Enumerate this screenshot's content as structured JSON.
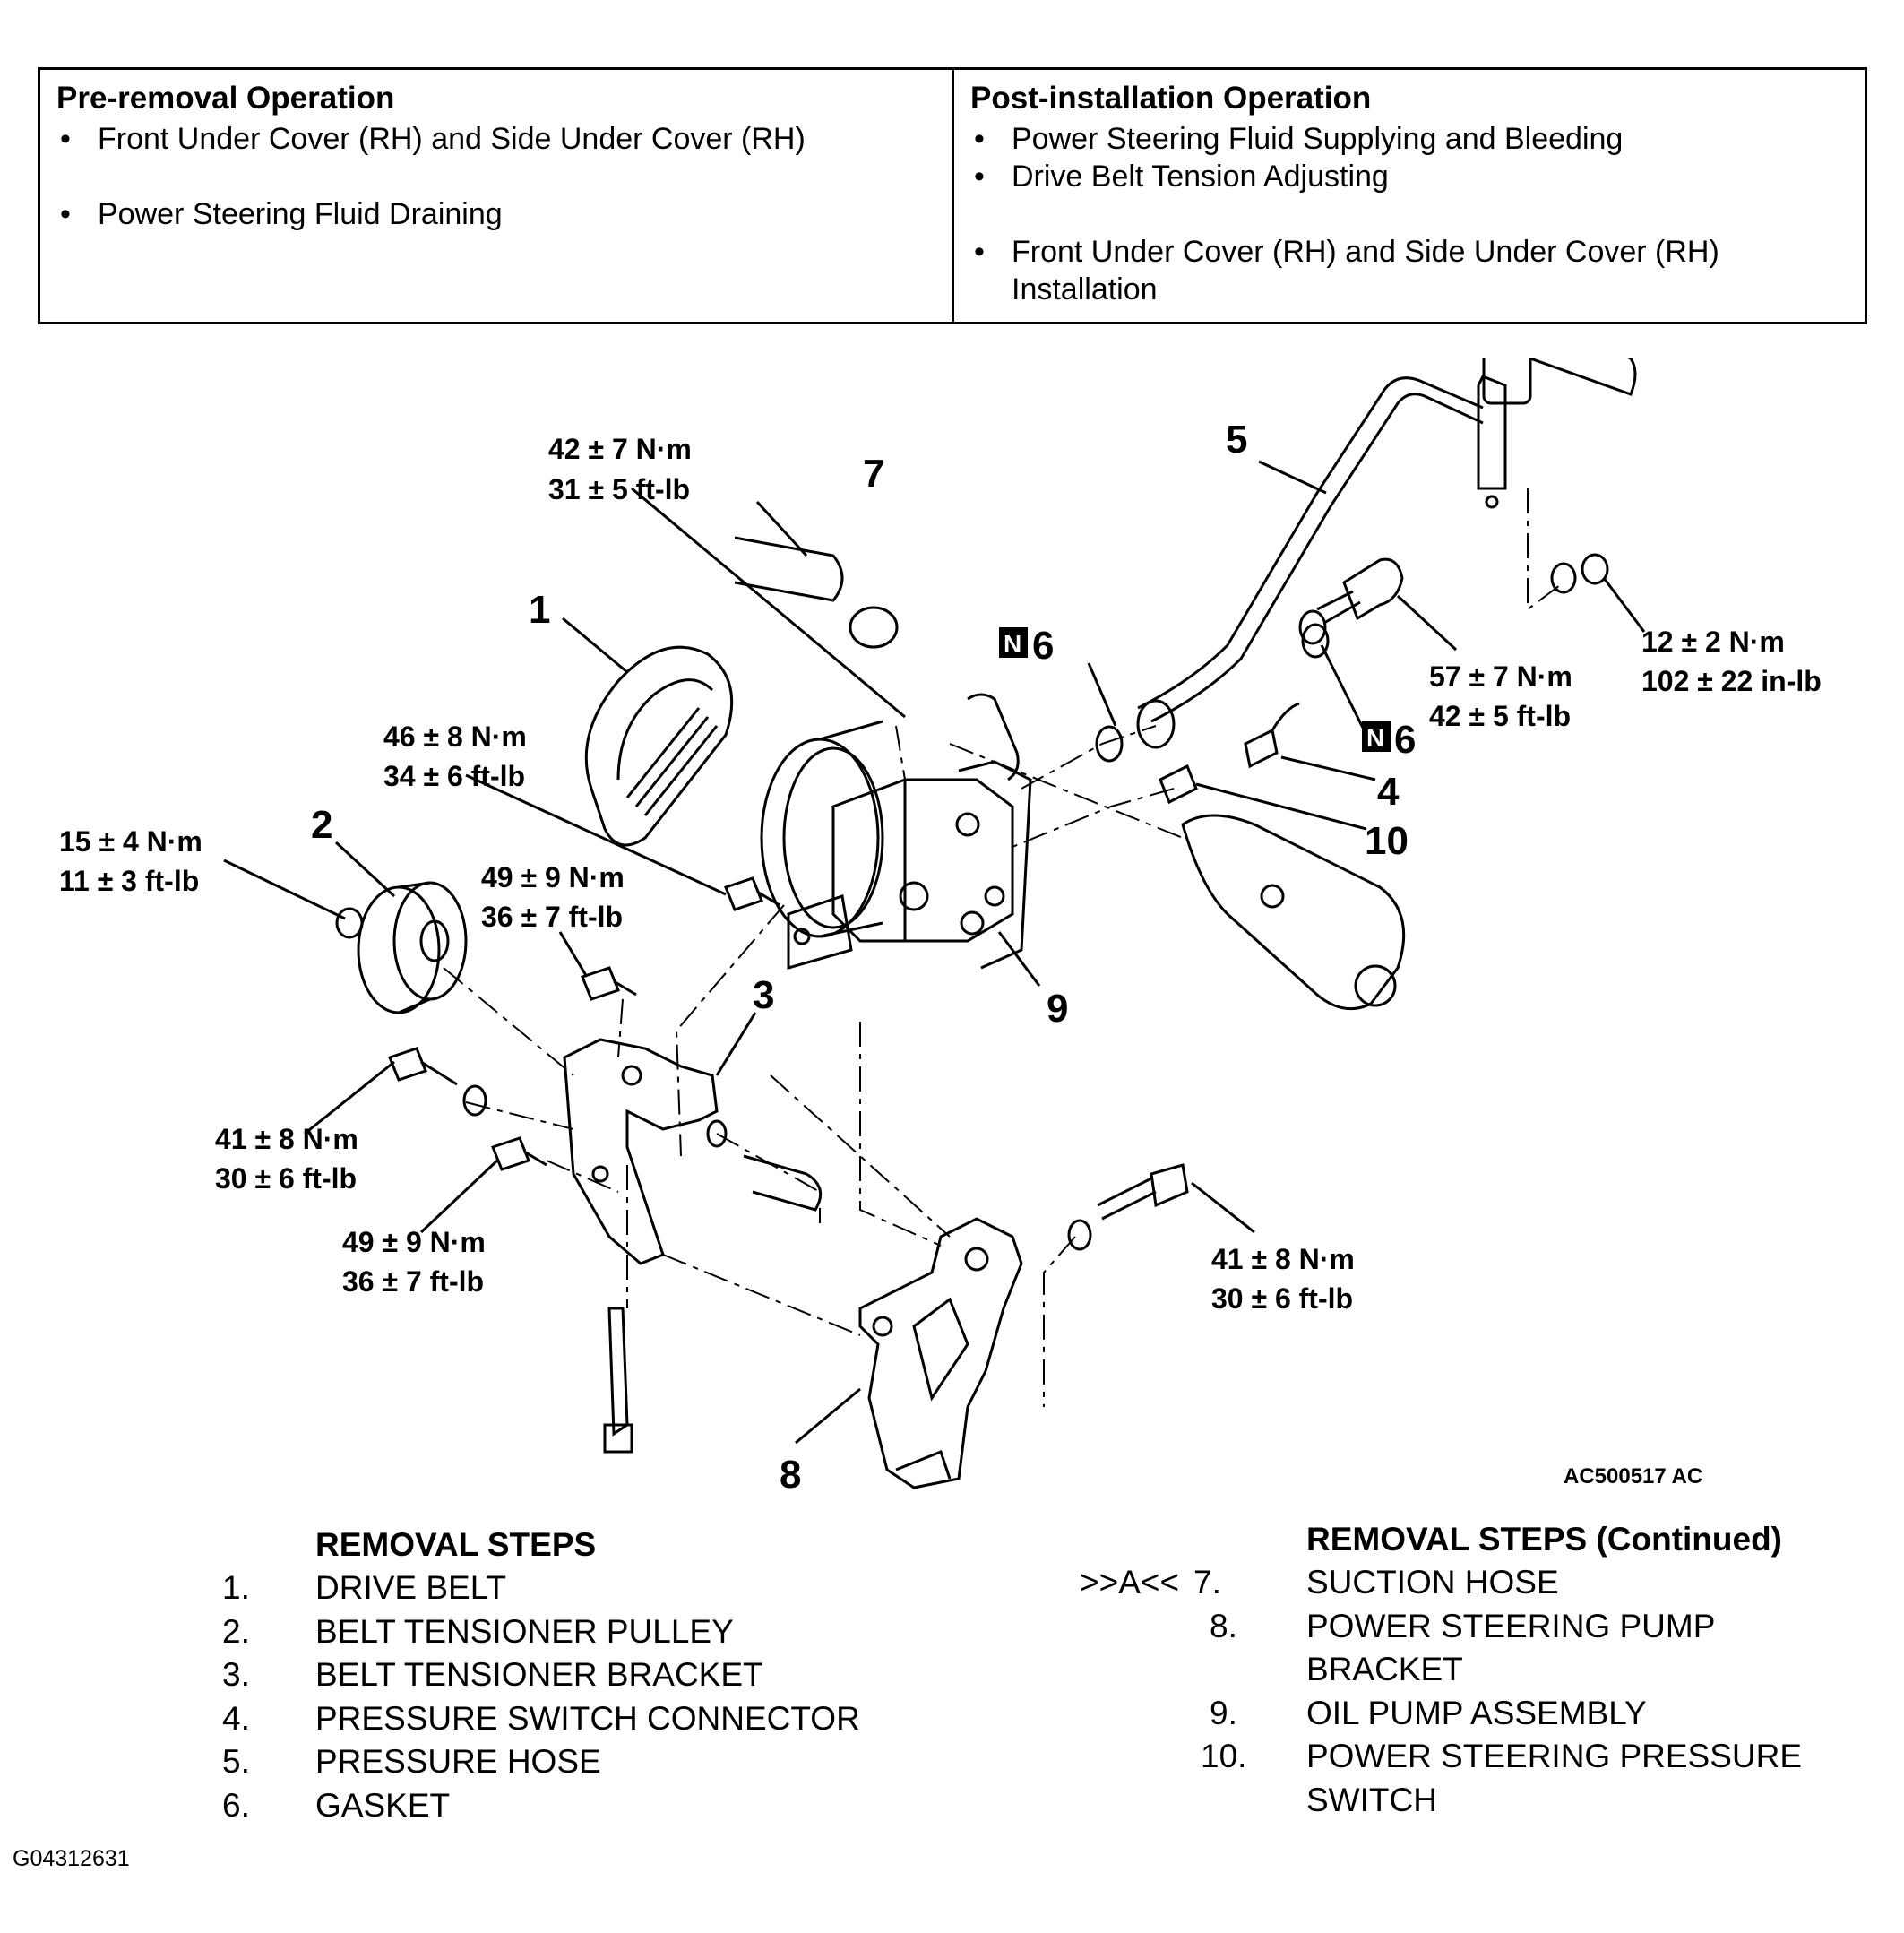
{
  "pre_removal": {
    "title": "Pre-removal Operation",
    "items": [
      "Front Under Cover (RH) and Side Under Cover (RH)",
      "Power Steering Fluid Draining"
    ]
  },
  "post_installation": {
    "title": "Post-installation Operation",
    "items": [
      "Power Steering Fluid Supplying and Bleeding",
      "Drive Belt Tension Adjusting",
      "Front Under Cover (RH) and Side Under Cover (RH) Installation"
    ]
  },
  "diagram": {
    "callouts": [
      "1",
      "2",
      "3",
      "4",
      "5",
      "6",
      "6",
      "7",
      "8",
      "9",
      "10"
    ],
    "new_part_mark": "N",
    "torques": [
      {
        "nm": "42 ± 7 N·m",
        "ft": "31 ± 5 ft-lb"
      },
      {
        "nm": "46 ± 8 N·m",
        "ft": "34 ± 6 ft-lb"
      },
      {
        "nm": "15 ± 4 N·m",
        "ft": "11 ± 3 ft-lb"
      },
      {
        "nm": "49 ± 9 N·m",
        "ft": "36 ± 7 ft-lb"
      },
      {
        "nm": "41 ± 8 N·m",
        "ft": "30 ± 6 ft-lb"
      },
      {
        "nm": "49 ± 9 N·m",
        "ft": "36 ± 7 ft-lb"
      },
      {
        "nm": "41 ± 8 N·m",
        "ft": "30 ± 6 ft-lb"
      },
      {
        "nm": "57 ± 7 N·m",
        "ft": "42 ± 5 ft-lb"
      },
      {
        "nm": "12 ± 2 N·m",
        "ft": "102 ± 22 in-lb"
      }
    ],
    "figure_code": "AC500517 AC"
  },
  "removal_steps": {
    "title": "REMOVAL STEPS",
    "steps": [
      {
        "num": "1.",
        "text": "DRIVE BELT"
      },
      {
        "num": "2.",
        "text": "BELT TENSIONER PULLEY"
      },
      {
        "num": "3.",
        "text": "BELT TENSIONER BRACKET"
      },
      {
        "num": "4.",
        "text": "PRESSURE SWITCH CONNECTOR"
      },
      {
        "num": "5.",
        "text": "PRESSURE HOSE"
      },
      {
        "num": "6.",
        "text": "GASKET"
      }
    ]
  },
  "removal_steps_continued": {
    "title": "REMOVAL STEPS (Continued)",
    "steps": [
      {
        "prefix": ">>A<<",
        "num": "7.",
        "text": "SUCTION HOSE"
      },
      {
        "prefix": "",
        "num": "8.",
        "text": "POWER STEERING PUMP BRACKET"
      },
      {
        "prefix": "",
        "num": "9.",
        "text": "OIL PUMP ASSEMBLY"
      },
      {
        "prefix": "",
        "num": "10.",
        "text": "POWER STEERING PRESSURE SWITCH"
      }
    ]
  },
  "footer_code": "G04312631"
}
